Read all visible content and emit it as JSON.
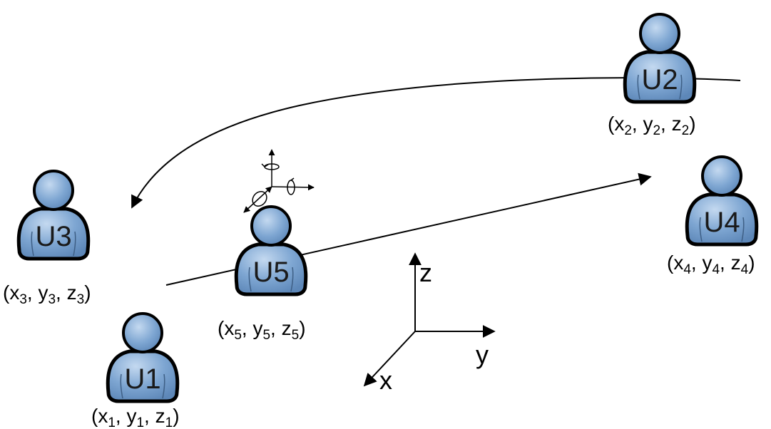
{
  "colors": {
    "user_fill": "#7ea6d2",
    "user_fill_light": "#b9d1ec",
    "user_outline": "#000000",
    "line": "#000000"
  },
  "users": [
    {
      "id": "U1",
      "label": "U1",
      "coord": {
        "x": "x",
        "y": "y",
        "z": "z",
        "sub": "1"
      }
    },
    {
      "id": "U2",
      "label": "U2",
      "coord": {
        "x": "x",
        "y": "y",
        "z": "z",
        "sub": "2"
      }
    },
    {
      "id": "U3",
      "label": "U3",
      "coord": {
        "x": "x",
        "y": "y",
        "z": "z",
        "sub": "3"
      }
    },
    {
      "id": "U4",
      "label": "U4",
      "coord": {
        "x": "x",
        "y": "y",
        "z": "z",
        "sub": "4"
      }
    },
    {
      "id": "U5",
      "label": "U5",
      "coord": {
        "x": "x",
        "y": "y",
        "z": "z",
        "sub": "5"
      }
    }
  ],
  "axes": {
    "x_label": "x",
    "y_label": "y",
    "z_label": "z"
  }
}
